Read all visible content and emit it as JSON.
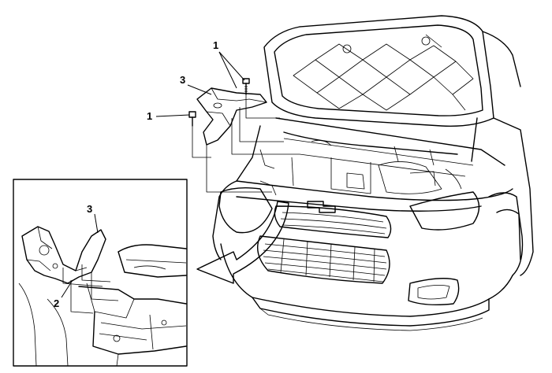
{
  "callouts": {
    "main_fastener_top": "1",
    "main_fastener_left": "1",
    "main_bracket": "3",
    "detail_bracket": "3",
    "detail_housing": "2"
  },
  "colors": {
    "line": "#000000",
    "background": "#ffffff",
    "arrow_fill": "#ffffff"
  }
}
